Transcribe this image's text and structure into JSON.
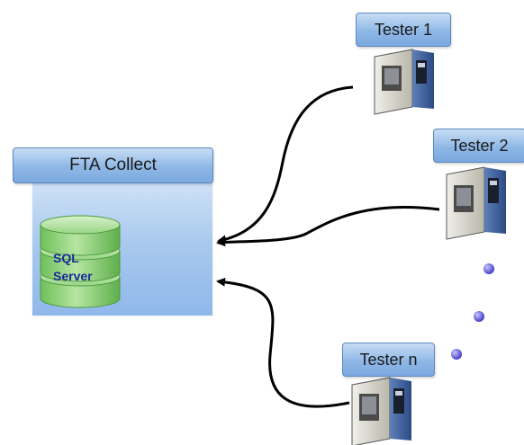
{
  "collector": {
    "title": "FTA Collect",
    "database_line1": "SQL",
    "database_line2": "Server"
  },
  "testers": [
    {
      "label": "Tester 1"
    },
    {
      "label": "Tester 2"
    },
    {
      "label": "Tester n"
    }
  ],
  "icons": {
    "database": "database-cylinder-icon",
    "tester": "test-machine-icon",
    "continuation": "ellipsis-dots-icon"
  },
  "colors": {
    "label_fill": "#8fb8e6",
    "panel_fill": "#a9c9ee",
    "db_fill": "#8ed07a",
    "db_text": "#1a2a9a",
    "dot_fill": "#5a55d8",
    "arrow": "#000000"
  }
}
